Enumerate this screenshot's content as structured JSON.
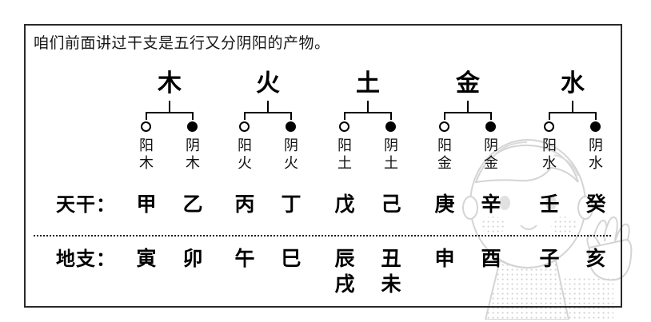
{
  "headline": "咱们前面讲过干支是五行又分阴阳的产物。",
  "yang_label": "阳",
  "yin_label": "阴",
  "elements": [
    {
      "name": "木",
      "yang_compound": "阳木",
      "yin_compound": "阴木",
      "yang_element": "木",
      "yin_element": "木",
      "stems": [
        "甲",
        "乙"
      ],
      "branches_row1": [
        "寅",
        "卯"
      ],
      "branches_row2": [
        "",
        ""
      ]
    },
    {
      "name": "火",
      "yang_compound": "阳火",
      "yin_compound": "阴火",
      "yang_element": "火",
      "yin_element": "火",
      "stems": [
        "丙",
        "丁"
      ],
      "branches_row1": [
        "午",
        "巳"
      ],
      "branches_row2": [
        "",
        ""
      ]
    },
    {
      "name": "土",
      "yang_compound": "阳土",
      "yin_compound": "阴土",
      "yang_element": "土",
      "yin_element": "土",
      "stems": [
        "戊",
        "己"
      ],
      "branches_row1": [
        "辰",
        "丑"
      ],
      "branches_row2": [
        "戌",
        "未"
      ]
    },
    {
      "name": "金",
      "yang_compound": "阳金",
      "yin_compound": "阴金",
      "yang_element": "金",
      "yin_element": "金",
      "stems": [
        "庚",
        "辛"
      ],
      "branches_row1": [
        "申",
        "酉"
      ],
      "branches_row2": [
        "",
        ""
      ]
    },
    {
      "name": "水",
      "yang_compound": "阳水",
      "yin_compound": "阴水",
      "yang_element": "水",
      "yin_element": "水",
      "stems": [
        "壬",
        "癸"
      ],
      "branches_row1": [
        "子",
        "亥"
      ],
      "branches_row2": [
        "",
        ""
      ]
    }
  ],
  "rows": {
    "stems_label": "天干：",
    "branches_label": "地支："
  },
  "colors": {
    "ink": "#000000",
    "border": "#2a2a2a",
    "watermark": "#cfcfcf",
    "background": "#ffffff"
  },
  "icons": {
    "yang_dot": "open-circle-icon",
    "yin_dot": "filled-circle-icon",
    "watermark": "cartoon-child-watermark-icon"
  }
}
